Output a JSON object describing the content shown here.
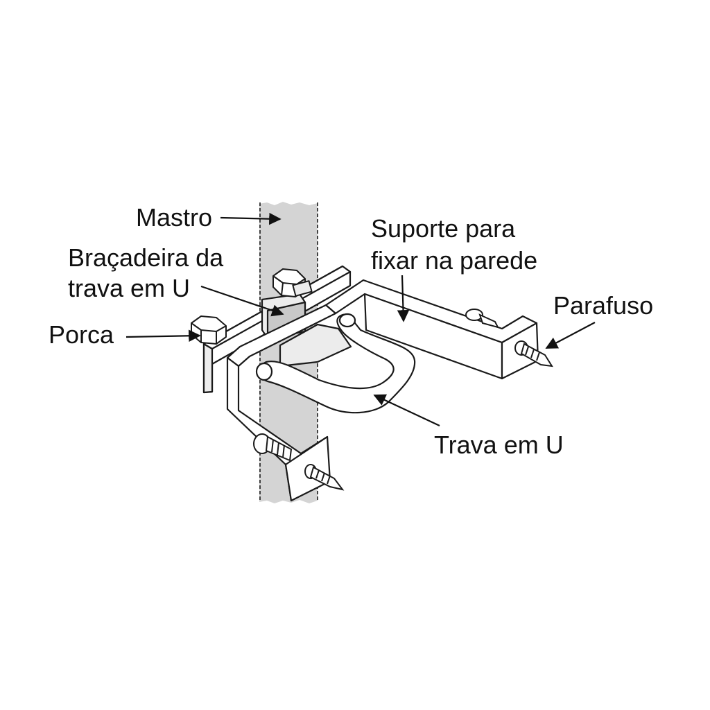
{
  "labels": {
    "mastro": "Mastro",
    "bracadeira_line1": "Braçadeira da",
    "bracadeira_line2": "trava em U",
    "porca": "Porca",
    "suporte_line1": "Suporte para",
    "suporte_line2": "fixar na parede",
    "parafuso": "Parafuso",
    "trava": "Trava em U"
  },
  "colors": {
    "mast_fill": "#d4d4d4",
    "line": "#1a1a1a",
    "metal_fill": "#ffffff",
    "metal_shade": "#ececec"
  }
}
